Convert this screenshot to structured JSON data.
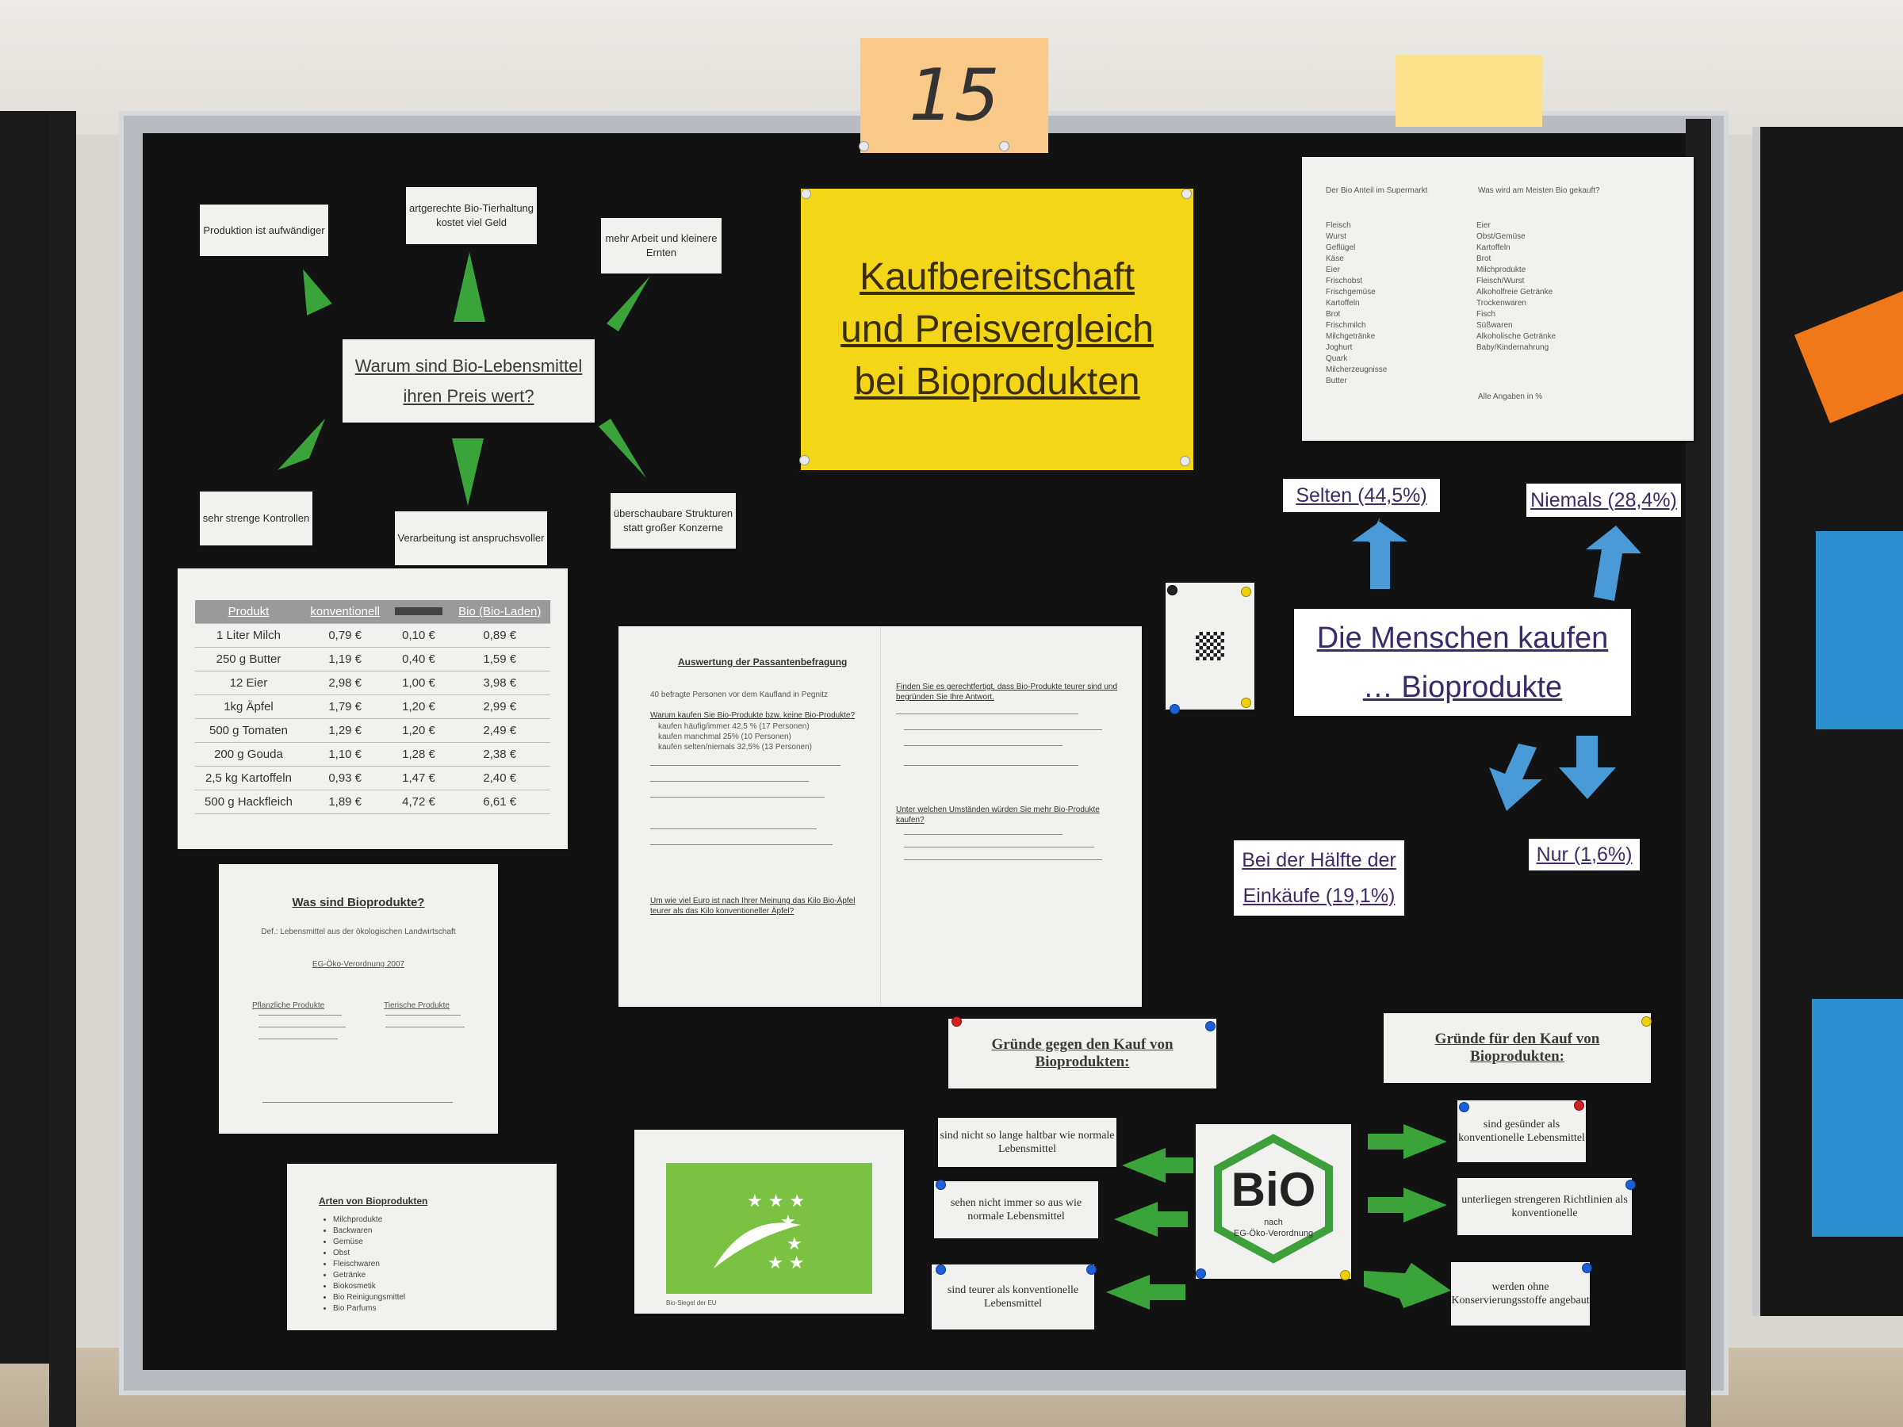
{
  "note_number": "15",
  "title": {
    "line1": "Kaufbereitschaft",
    "line2": "und Preisvergleich",
    "line3": "bei Bioprodukten"
  },
  "mindmap": {
    "center_line1": "Warum sind Bio-Lebensmittel",
    "center_line2": "ihren Preis wert?",
    "reasons": [
      "Produktion ist aufwändiger",
      "artgerechte Bio-Tierhaltung kostet viel Geld",
      "mehr Arbeit und kleinere Ernten",
      "sehr strenge Kontrollen",
      "Verarbeitung ist anspruchsvoller",
      "überschaubare Strukturen statt großer Konzerne"
    ]
  },
  "price_table": {
    "headers": [
      "Produkt",
      "konventionell",
      "",
      "Bio (Bio-Laden)"
    ],
    "rows": [
      [
        "1 Liter Milch",
        "0,79 €",
        "0,10 €",
        "0,89 €"
      ],
      [
        "250 g Butter",
        "1,19 €",
        "0,40 €",
        "1,59 €"
      ],
      [
        "12 Eier",
        "2,98 €",
        "1,00 €",
        "3,98 €"
      ],
      [
        "1kg Äpfel",
        "1,79 €",
        "1,20 €",
        "2,99 €"
      ],
      [
        "500 g Tomaten",
        "1,29 €",
        "1,20 €",
        "2,49 €"
      ],
      [
        "200 g Gouda",
        "1,10 €",
        "1,28 €",
        "2,38 €"
      ],
      [
        "2,5 kg Kartoffeln",
        "0,93 €",
        "1,47 €",
        "2,40 €"
      ],
      [
        "500 g Hackfleich",
        "1,89 €",
        "4,72 €",
        "6,61 €"
      ]
    ]
  },
  "was_sind": {
    "title": "Was sind Bioprodukte?",
    "def": "Def.: Lebensmittel aus der ökologischen Landwirtschaft",
    "reg": "EG-Öko-Verordnung 2007",
    "left_head": "Pflanzliche Produkte",
    "right_head": "Tierische Produkte"
  },
  "arten": {
    "title": "Arten von Bioprodukten",
    "items": [
      "Milchprodukte",
      "Backwaren",
      "Gemüse",
      "Obst",
      "Fleischwaren",
      "Getränke",
      "Biokosmetik",
      "Bio Reinigungsmittel",
      "Bio Parfums"
    ]
  },
  "survey": {
    "title": "Auswertung der Passantenbefragung",
    "intro": "40 befragte Personen vor dem Kaufland in Pegnitz",
    "q1": "Warum kaufen Sie Bio-Produkte bzw. keine Bio-Produkte?",
    "answers": [
      "kaufen häufig/immer   42,5 %   (17 Personen)",
      "kaufen manchmal   25%   (10 Personen)",
      "kaufen selten/niemals   32,5%   (13 Personen)"
    ],
    "q2": "Finden Sie es gerechtfertigt, dass Bio-Produkte teurer sind und begründen Sie Ihre Antwort.",
    "q3": "Unter welchen Umständen würden Sie mehr Bio-Produkte kaufen?",
    "q4": "Um wie viel Euro ist nach Ihrer Meinung das Kilo Bio-Äpfel teurer als das Kilo konventioneller Äpfel?"
  },
  "share_sheet": {
    "head_left": "Der Bio Anteil im Supermarkt",
    "head_right": "Was wird am Meisten Bio gekauft?",
    "left_rows": [
      "Fleisch",
      "Wurst",
      "Geflügel",
      "Käse",
      "Eier",
      "Frischobst",
      "Frischgemüse",
      "Kartoffeln",
      "Brot",
      "Frischmilch",
      "Milchgetränke",
      "Joghurt",
      "Quark",
      "Milcherzeugnisse",
      "Butter"
    ],
    "right_rows": [
      "Eier",
      "Obst/Gemüse",
      "Kartoffeln",
      "Brot",
      "Milchprodukte",
      "Fleisch/Wurst",
      "Alkoholfreie Getränke",
      "Trockenwaren",
      "Fisch",
      "Süßwaren",
      "Alkoholische Getränke",
      "Baby/Kindernahrung"
    ],
    "footer": "Alle Angaben in %"
  },
  "frequency": {
    "center_line1": "Die Menschen kaufen",
    "center_line2": "… Bioprodukte",
    "selten": "Selten (44,5%)",
    "niemals": "Niemals (28,4%)",
    "haelfte_line1": "Bei der Hälfte der",
    "haelfte_line2": "Einkäufe (19,1%)",
    "nur": "Nur (1,6%)"
  },
  "gruende_fuer": {
    "title": "Gründe für den Kauf von Bioprodukten:",
    "items": [
      "sind gesünder als konventionelle Lebensmittel",
      "unterliegen strengeren Richtlinien als konventionelle",
      "werden ohne Konservierungsstoffe angebaut"
    ]
  },
  "gruende_gegen": {
    "title": "Gründe gegen den Kauf von Bioprodukten:",
    "items": [
      "sind nicht so lange haltbar wie normale Lebensmittel",
      "sehen nicht immer so aus wie normale Lebensmittel",
      "sind teurer als konventionelle Lebensmittel"
    ]
  },
  "bio_seal": {
    "text": "BiO",
    "sub1": "nach",
    "sub2": "EG-Öko-Verordnung"
  },
  "eu_logo": {
    "caption": "Bio-Siegel der EU"
  },
  "colors": {
    "board": "#121212",
    "title_yellow": "#f2d617",
    "arrow_green": "#3aa33a",
    "arrow_blue": "#4a9ad8",
    "eu_green": "#7cc242"
  }
}
